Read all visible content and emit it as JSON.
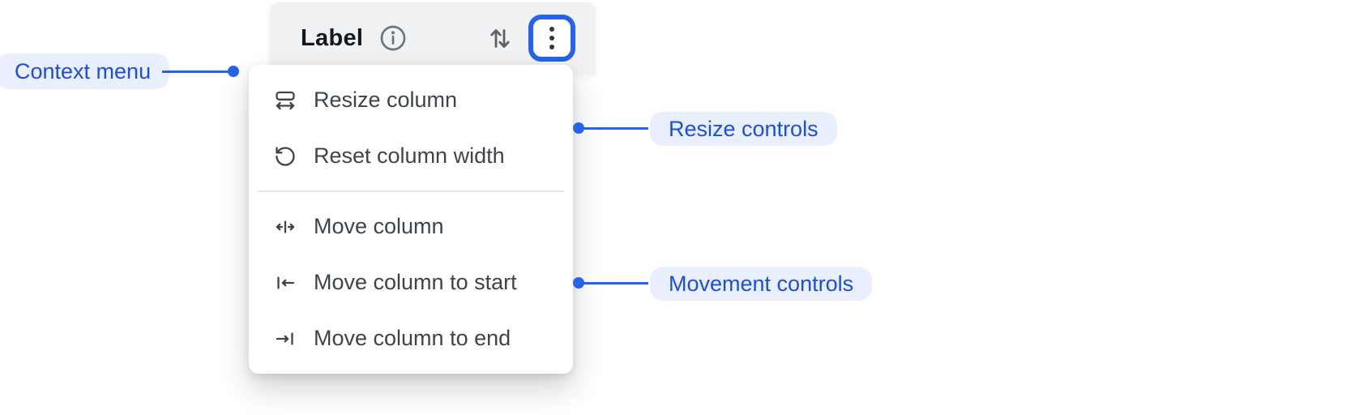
{
  "header": {
    "label": "Label",
    "icons": {
      "info": "info-icon",
      "sort": "sort-arrows-icon",
      "menu_button": "vertical-ellipsis-icon"
    }
  },
  "context_menu": {
    "resize_items": [
      {
        "icon": "resize-column-icon",
        "label": "Resize column"
      },
      {
        "icon": "reset-column-width-icon",
        "label": "Reset column width"
      }
    ],
    "movement_items": [
      {
        "icon": "move-column-icon",
        "label": "Move column"
      },
      {
        "icon": "move-column-to-start-icon",
        "label": "Move column to start"
      },
      {
        "icon": "move-column-to-end-icon",
        "label": "Move column to end"
      }
    ]
  },
  "annotations": {
    "context_menu": "Context menu",
    "resize_controls": "Resize controls",
    "movement_controls": "Movement controls"
  },
  "colors": {
    "accent_blue": "#2563eb",
    "annotation_text": "#1d4ed8",
    "annotation_bg": "#e9effd",
    "header_bg": "#f0f1f3",
    "menu_bg": "#ffffff",
    "menu_text": "#3d444b",
    "divider": "#e5e6e8",
    "focus_ring": "#2563eb"
  }
}
